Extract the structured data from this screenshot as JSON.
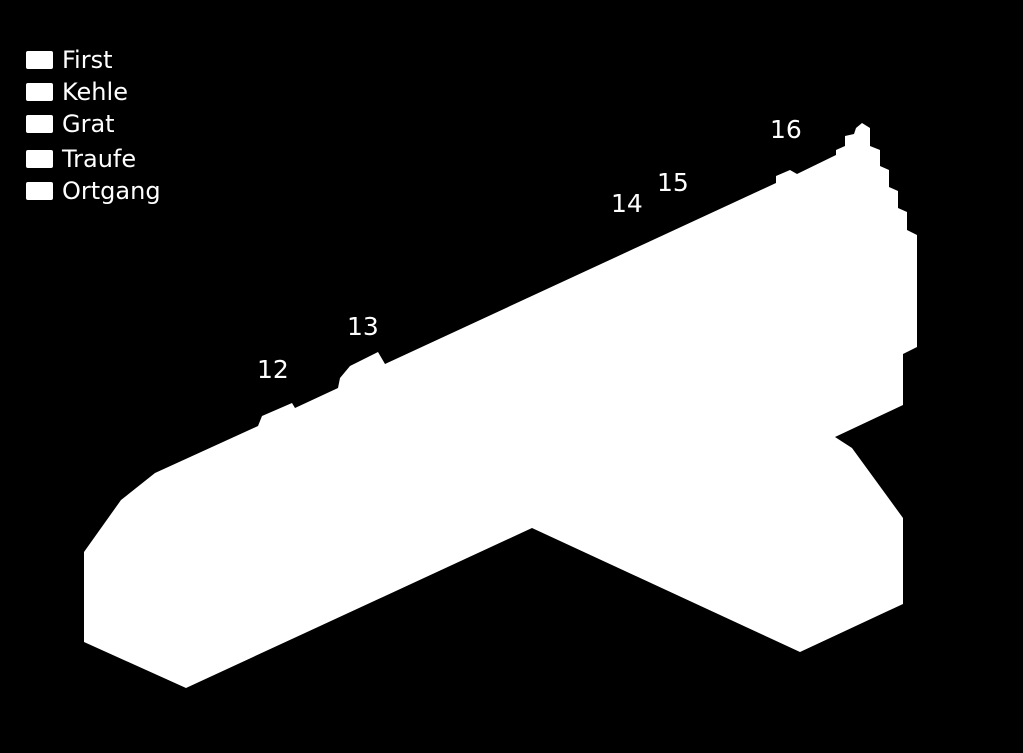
{
  "legend": {
    "items": [
      {
        "label": "First"
      },
      {
        "label": "Kehle"
      },
      {
        "label": "Grat"
      },
      {
        "label": "Traufe"
      },
      {
        "label": "Ortgang"
      }
    ]
  },
  "numbers": {
    "n12": "12",
    "n13": "13",
    "n14": "14",
    "n15": "15",
    "n16": "16"
  },
  "colors": {
    "background": "#000000",
    "foreground": "#ffffff"
  }
}
